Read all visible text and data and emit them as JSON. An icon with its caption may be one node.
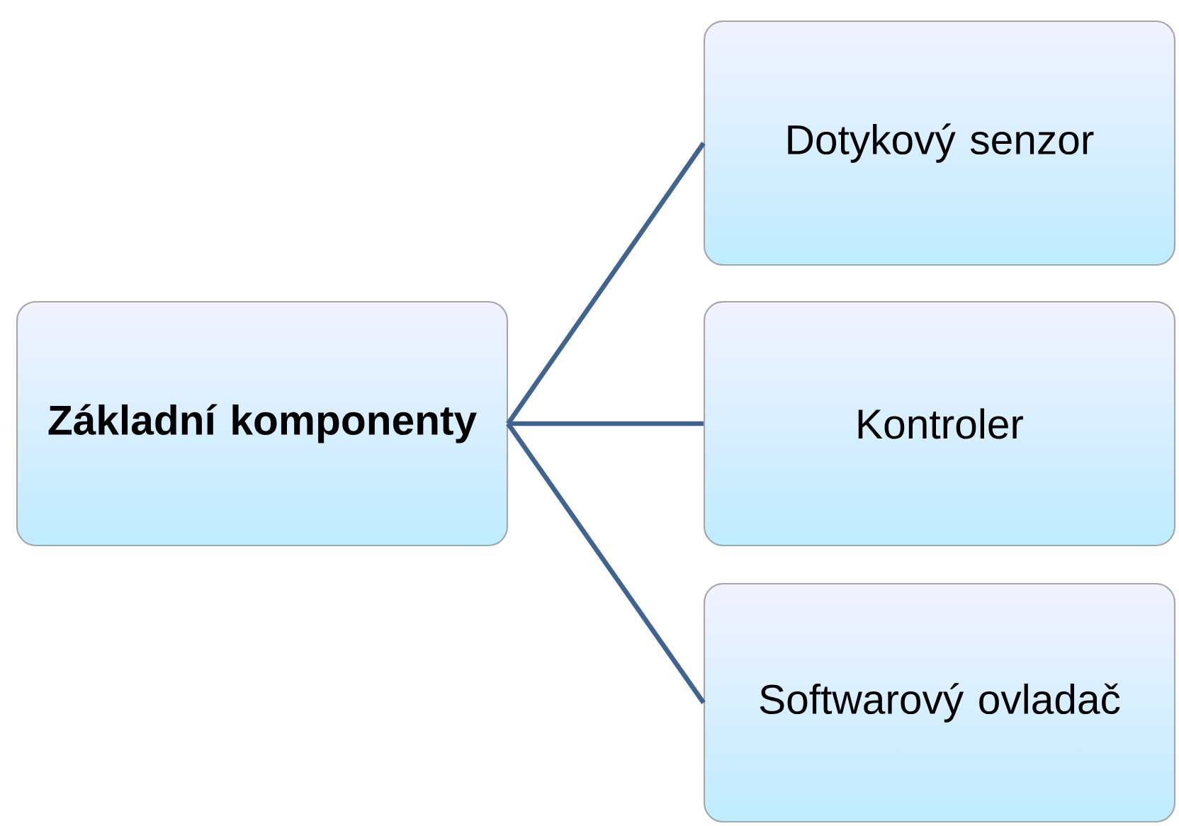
{
  "diagram": {
    "nodes": [
      {
        "text": [
          "Základní komponenty"
        ]
      },
      {
        "text": [
          "Dotykový senzor"
        ]
      },
      {
        "text": [
          "Kontroler"
        ]
      },
      {
        "text": [
          "Softwarový ovladač"
        ]
      }
    ],
    "edges": [
      {
        "from": 0,
        "to": 1,
        "arrow": "none"
      },
      {
        "from": 0,
        "to": 2,
        "arrow": "none"
      },
      {
        "from": 0,
        "to": 3,
        "arrow": "none"
      }
    ]
  }
}
